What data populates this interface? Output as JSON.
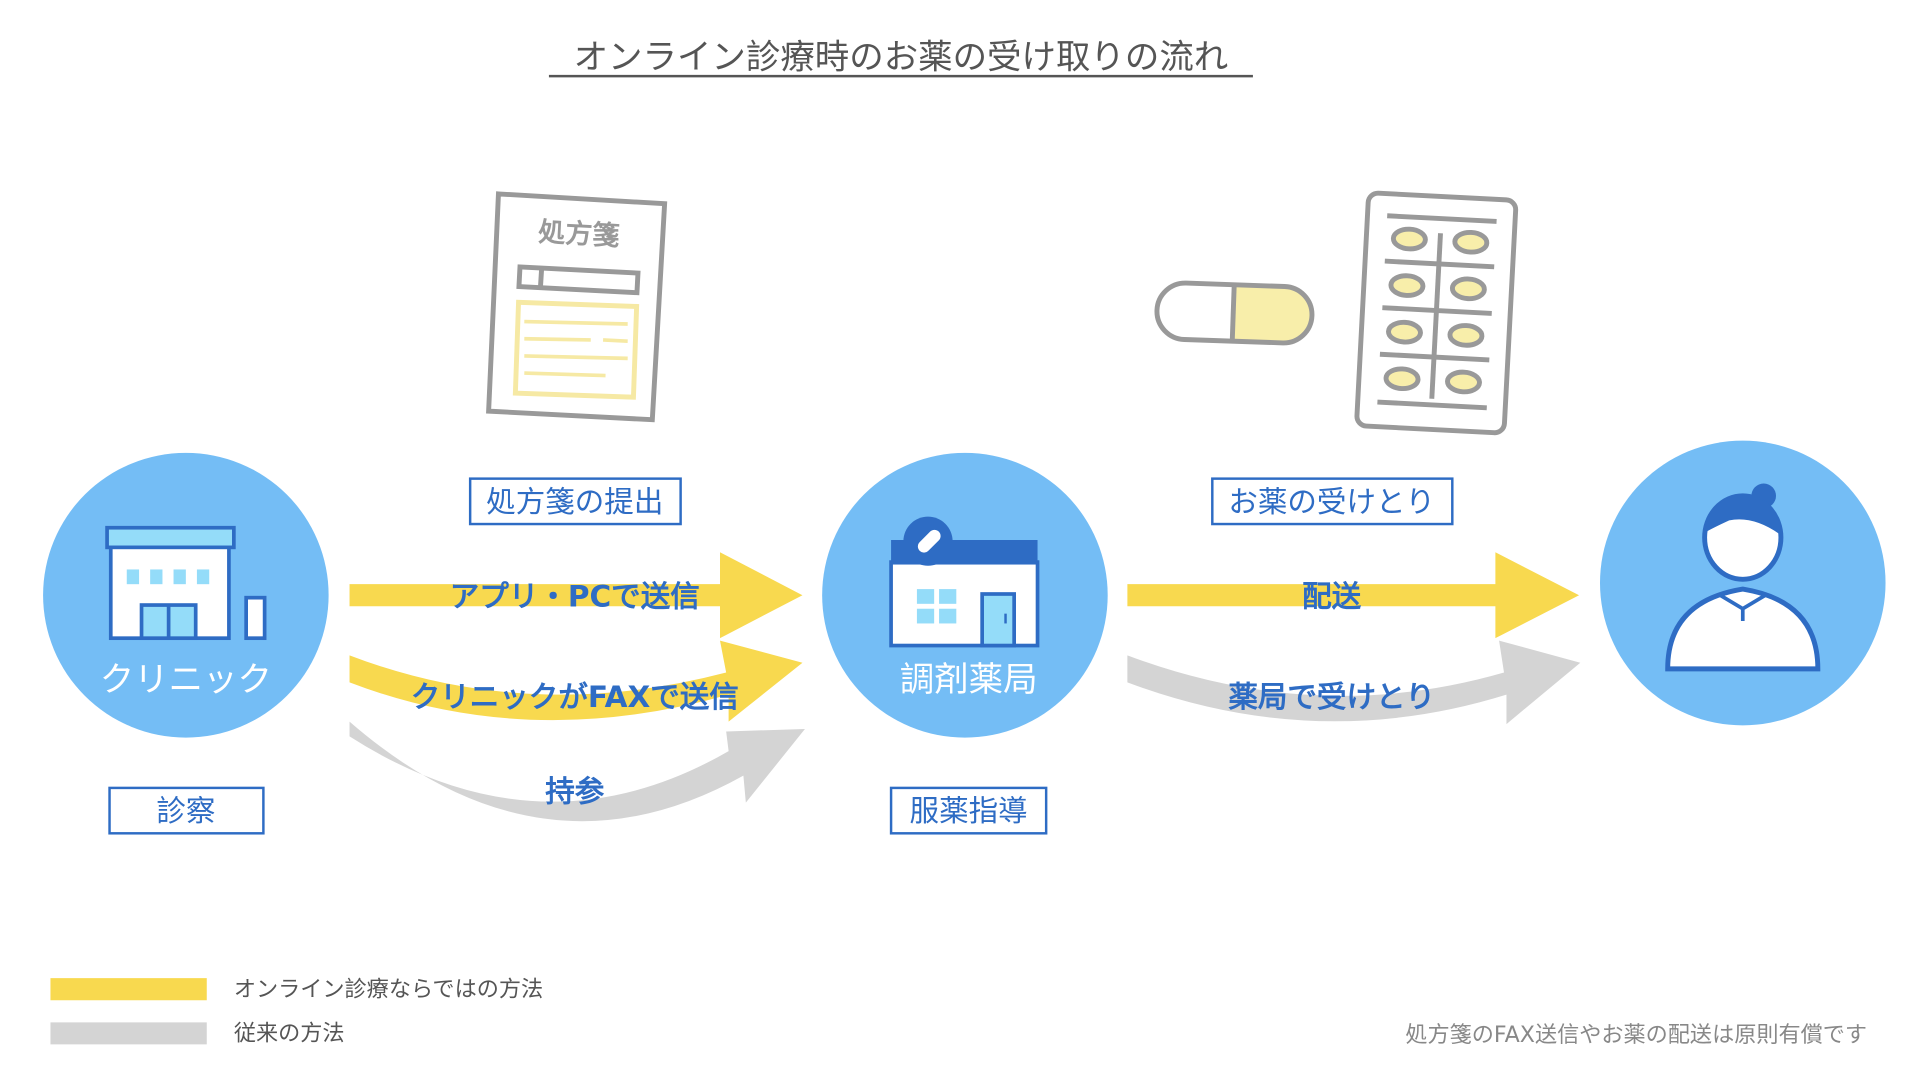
{
  "title": "オンライン診療時のお薬の受け取りの流れ",
  "nodes": {
    "clinic": {
      "label": "クリニック",
      "step": "診察"
    },
    "pharmacy": {
      "label": "調剤薬局",
      "step": "服薬指導"
    },
    "patient": {
      "label": ""
    }
  },
  "documents": {
    "prescription_title": "処方箋",
    "prescription_step": "処方箋の提出",
    "medicine_step": "お薬の受けとり"
  },
  "arrows": {
    "app_pc": "アプリ・PCで送信",
    "fax": "クリニックがFAXで送信",
    "bring": "持参",
    "delivery": "配送",
    "pickup": "薬局で受けとり"
  },
  "legend": {
    "online": "オンライン診療ならではの方法",
    "traditional": "従来の方法"
  },
  "note": "処方箋のFAX送信やお薬の配送は原則有償です",
  "colors": {
    "online": "#f8d94f",
    "traditional": "#d4d4d4",
    "circle": "#74bdf5",
    "accent": "#2e6cc4"
  }
}
